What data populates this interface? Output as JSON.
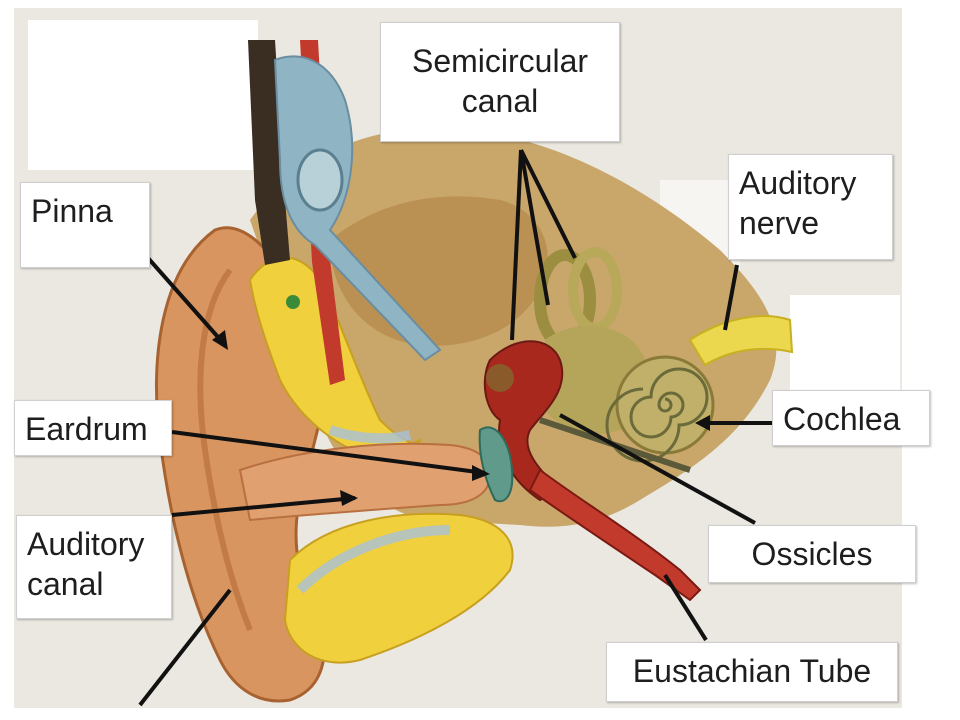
{
  "labels": {
    "semicircular_canal": [
      "Semicircular",
      "canal"
    ],
    "pinna": "Pinna",
    "auditory_nerve": [
      "Auditory",
      "nerve"
    ],
    "cochlea": "Cochlea",
    "eardrum": "Eardrum",
    "auditory_canal": [
      "Auditory",
      "canal"
    ],
    "ossicles": "Ossicles",
    "eustachian_tube": "Eustachian Tube"
  },
  "colors": {
    "skin": "#d8905a",
    "skin_dark": "#b8683a",
    "fat": "#f2d23a",
    "bone": "#b08a4a",
    "bone_dark": "#7a5a2a",
    "artery": "#c0342a",
    "nerve": "#e8d44a",
    "membrane": "#8fb8c8",
    "inner_ear": "#b8a860",
    "background": "#e9e6df",
    "arrow": "#111111"
  }
}
